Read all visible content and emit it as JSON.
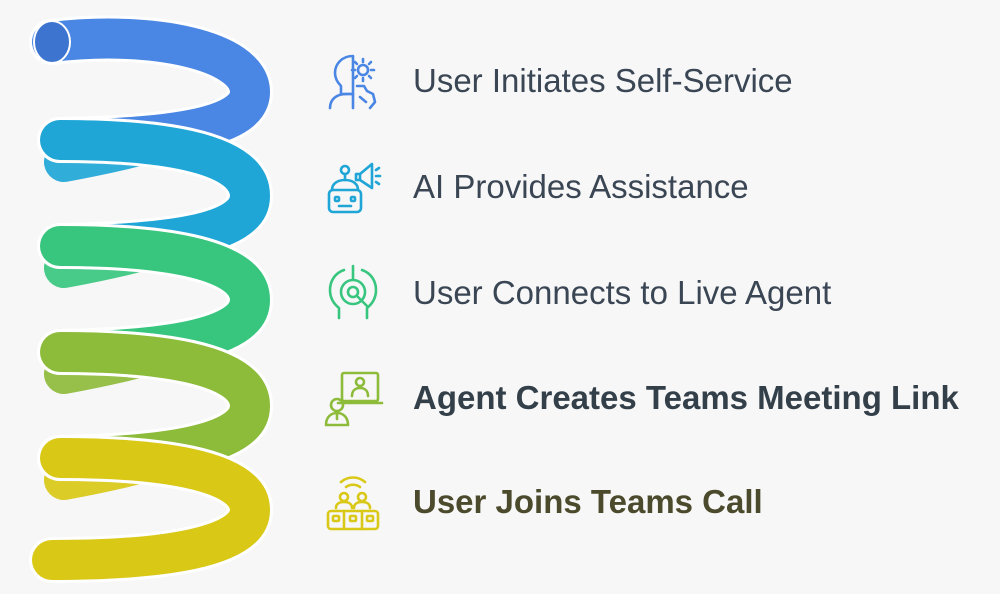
{
  "steps": [
    {
      "label": "User Initiates Self-Service",
      "icon": "head-gear-icon",
      "color": "#4a86e3",
      "text_color": "#3a4654",
      "bold": false
    },
    {
      "label": "AI Provides Assistance",
      "icon": "robot-megaphone-icon",
      "color": "#1fa6d7",
      "text_color": "#3a4654",
      "bold": false
    },
    {
      "label": "User Connects to Live Agent",
      "icon": "head-target-icon",
      "color": "#38c67f",
      "text_color": "#3a4654",
      "bold": false
    },
    {
      "label": "Agent Creates Teams Meeting Link",
      "icon": "video-presenter-icon",
      "color": "#8dbb3a",
      "text_color": "#333f49",
      "bold": true
    },
    {
      "label": "User Joins Teams Call",
      "icon": "group-call-icon",
      "color": "#d9c816",
      "text_color": "#4c4a2c",
      "bold": true
    }
  ],
  "spring_colors": [
    "#4a86e3",
    "#1fa6d7",
    "#38c67f",
    "#8dbb3a",
    "#d9c816"
  ],
  "background": "#f7f7f7"
}
